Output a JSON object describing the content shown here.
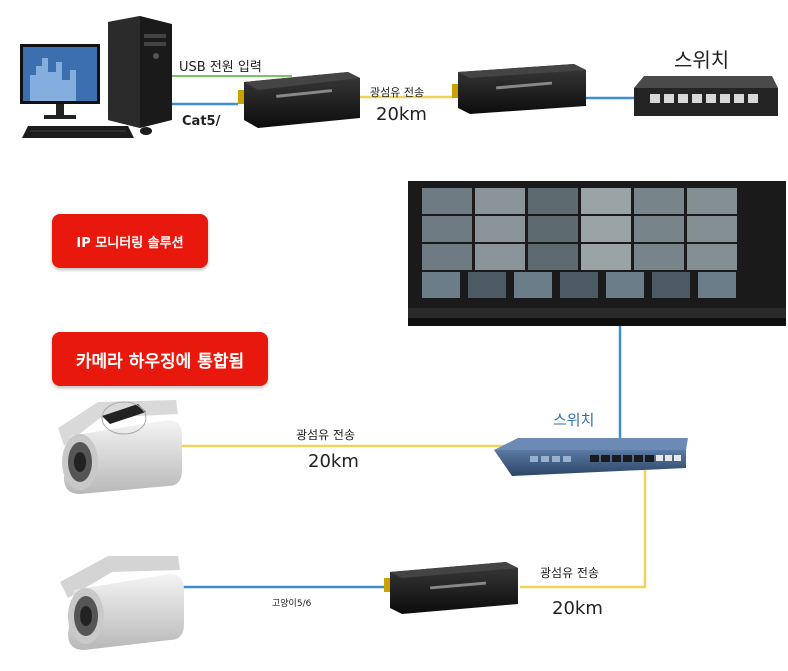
{
  "labels": {
    "usb_power": "USB 전원 입력",
    "cat5_top": "Cat5/",
    "fiber_top": "광섬유 전송",
    "dist_top": "20km",
    "switch_top": "스위치",
    "switch_mid": "스위치",
    "fiber_cam1": "광섬유 전송",
    "dist_cam1": "20km",
    "cat56_cam2": "고양이5/6",
    "fiber_cam2": "광섬유 전송",
    "dist_cam2": "20km"
  },
  "badges": {
    "ip_monitoring": "IP 모니터링 솔루션",
    "camera_integrated": "카메라 하우징에 통합됨"
  },
  "colors": {
    "badge_red": "#e8180c",
    "cable_blue": "#3f8fd0",
    "cable_green": "#7cc36a",
    "cable_yellow": "#f2d35a",
    "switch_blue": "#3c5a80"
  }
}
